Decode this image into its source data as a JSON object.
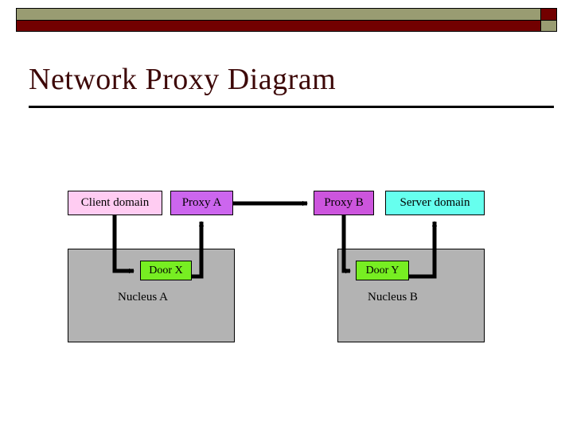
{
  "slide": {
    "title": "Network Proxy Diagram",
    "background_color": "#ffffff",
    "title_color": "#3d0808"
  },
  "banner": {
    "olive_color": "#999c72",
    "maroon_color": "#720000",
    "segments": [
      {
        "name": "olive-long",
        "color": "#999c72"
      },
      {
        "name": "maroon-long",
        "color": "#720000"
      },
      {
        "name": "maroon-square",
        "color": "#720000"
      },
      {
        "name": "olive-square",
        "color": "#999c72"
      }
    ]
  },
  "diagram": {
    "type": "block-flow",
    "nodes": [
      {
        "id": "client-domain",
        "label": "Client domain",
        "color": "#ffccf2",
        "shape": "rect"
      },
      {
        "id": "proxy-a",
        "label": "Proxy A",
        "color": "#cc66ee",
        "shape": "rect"
      },
      {
        "id": "proxy-b",
        "label": "Proxy B",
        "color": "#cc55dd",
        "shape": "rect"
      },
      {
        "id": "server-domain",
        "label": "Server domain",
        "color": "#66ffee",
        "shape": "rect"
      },
      {
        "id": "door-x",
        "label": "Door X",
        "color": "#77ee22",
        "shape": "rect"
      },
      {
        "id": "door-y",
        "label": "Door Y",
        "color": "#77ee22",
        "shape": "rect"
      },
      {
        "id": "nucleus-a",
        "label": "Nucleus A",
        "color": "#b3b3b3",
        "shape": "container"
      },
      {
        "id": "nucleus-b",
        "label": "Nucleus B",
        "color": "#b3b3b3",
        "shape": "container"
      }
    ],
    "edges": [
      {
        "from": "client-domain",
        "to": "door-x",
        "style": "elbow",
        "arrow": "end"
      },
      {
        "from": "door-x",
        "to": "proxy-a",
        "style": "elbow",
        "arrow": "end"
      },
      {
        "from": "proxy-a",
        "to": "proxy-b",
        "style": "straight",
        "arrow": "end"
      },
      {
        "from": "proxy-b",
        "to": "door-y",
        "style": "elbow",
        "arrow": "end"
      },
      {
        "from": "door-y",
        "to": "server-domain",
        "style": "elbow",
        "arrow": "end"
      }
    ],
    "edge_color": "#000000"
  }
}
